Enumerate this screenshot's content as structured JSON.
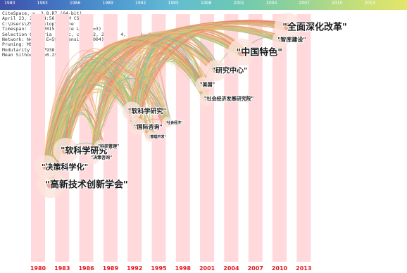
{
  "timebar": {
    "years": [
      "1980",
      "1983",
      "1986",
      "1989",
      "1992",
      "1995",
      "1998",
      "2001",
      "2004",
      "2007",
      "2010",
      "2013"
    ],
    "gradient": [
      "#3e4fa8",
      "#4476c2",
      "#4f9bd0",
      "#63bdd3",
      "#6cc8b4",
      "#8ed19a",
      "#c0dd7d",
      "#e4e66a"
    ]
  },
  "info_lines": [
    "CiteSpace, v. 3.8.R7 (64-bit)",
    "April 23, 2016 4:56:35 PM CST",
    "C:\\Users\\ZY\\Desktop\\online",
    "Timespan: 1980-2015 (Slice Length=3)",
    "Selection Criteria (c, cc, ccv): 2, 2, 20; 4, 3, 20; 4, 3, 20",
    "Network: N=549, E=595 (Density=0.004)",
    "Pruning: MST",
    "Modularity Q=0.7938",
    "Mean Silhouette=0.2946"
  ],
  "timeline": {
    "years": [
      "1980",
      "1983",
      "1986",
      "1989",
      "1992",
      "1995",
      "1998",
      "2001",
      "2004",
      "2007",
      "2010",
      "2013"
    ],
    "stripe_color": "#ffd9dc",
    "year_color": "#e3171f"
  },
  "nodes": [
    {
      "id": "n1",
      "year": 1980,
      "label": "\"高新技术创新学会\"",
      "size": 13
    },
    {
      "id": "n2",
      "year": 1981,
      "label": "\"决策科学化\"",
      "size": 11
    },
    {
      "id": "n3",
      "year": 1983,
      "label": "\"软科学研究\"",
      "size": 12
    },
    {
      "id": "n4",
      "year": 1986,
      "label": "\"科研管理\"",
      "size": 6
    },
    {
      "id": "n5",
      "year": 1986,
      "label": "\"决策咨询\"",
      "size": 6
    },
    {
      "id": "n6",
      "year": 1992,
      "label": "\"软科学研究\"",
      "size": 9
    },
    {
      "id": "n7",
      "year": 1992,
      "label": "\"国际咨询\"",
      "size": 8
    },
    {
      "id": "n8",
      "year": 1995,
      "label": "\"社会经济\"",
      "size": 5
    },
    {
      "id": "n9",
      "year": 1994,
      "label": "\"管理开发\"",
      "size": 5
    },
    {
      "id": "n10",
      "year": 2001,
      "label": "\"社会经济发展研究院\"",
      "size": 7
    },
    {
      "id": "n11",
      "year": 2001,
      "label": "\"美国\"",
      "size": 7
    },
    {
      "id": "n12",
      "year": 2003,
      "label": "\"研究中心\"",
      "size": 10
    },
    {
      "id": "n13",
      "year": 2006,
      "label": "\"中国特色\"",
      "size": 13
    },
    {
      "id": "n14",
      "year": 2010,
      "label": "\"智库建设\"",
      "size": 8
    },
    {
      "id": "n15",
      "year": 2010,
      "label": "\"全面深化改革\"",
      "size": 13
    }
  ],
  "colors": {
    "edge_palette": [
      "#e8836b",
      "#ef9f7c",
      "#f3c07d",
      "#d9d06e",
      "#9dcf78",
      "#7cc3a0",
      "#f0b27a"
    ],
    "node_fill": "#f3a98f",
    "halo": "#fde3dc"
  }
}
